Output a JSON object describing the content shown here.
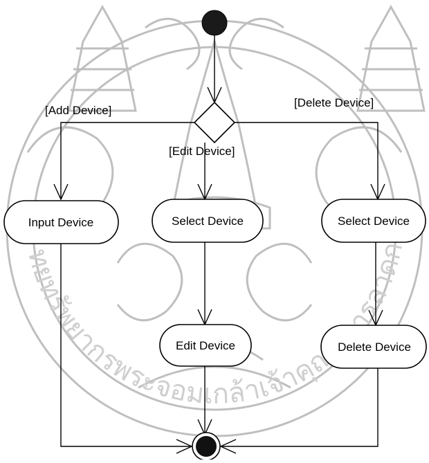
{
  "diagram": {
    "guards": {
      "add": "[Add Device]",
      "edit": "[Edit Device]",
      "delete": "[Delete Device]"
    },
    "activities": {
      "input_device": "Input Device",
      "select_device_edit": "Select Device",
      "select_device_delete": "Select Device",
      "edit_device": "Edit Device",
      "delete_device": "Delete Device"
    }
  },
  "watermark": {
    "seal_text": "ศูนย์วิทยทรัพยากรพระจอมเกล้าเจ้าคุณทหารลาดกระบัง"
  }
}
